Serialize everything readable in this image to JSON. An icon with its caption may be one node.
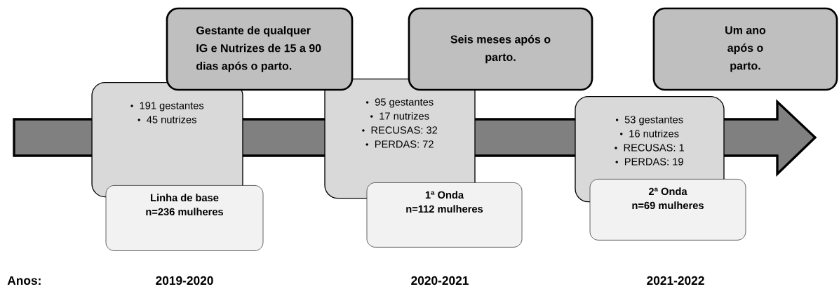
{
  "diagram": {
    "nodes": [
      {
        "text": [
          "Gestante de qualquer IG e Nutrizes de 15 a 90 dias após o parto."
        ]
      },
      {
        "text": [
          "191 gestantes",
          "45 nutrizes"
        ]
      },
      {
        "text": [
          "Linha de base",
          "n=236 mulheres"
        ]
      },
      {
        "text": [
          "Seis meses após o parto."
        ]
      },
      {
        "text": [
          "95 gestantes",
          "17 nutrizes",
          "RECUSAS: 32",
          "PERDAS: 72"
        ]
      },
      {
        "text": [
          "1ª Onda",
          "n=112 mulheres"
        ]
      },
      {
        "text": [
          "Um ano após o parto."
        ]
      },
      {
        "text": [
          "53 gestantes",
          "16 nutrizes",
          "RECUSAS: 1",
          "PERDAS: 19"
        ]
      },
      {
        "text": [
          "2ª Onda",
          "n=69 mulheres"
        ]
      }
    ],
    "labels": [
      "Anos:",
      "2019-2020",
      "2020-2021",
      "2021-2022"
    ]
  }
}
